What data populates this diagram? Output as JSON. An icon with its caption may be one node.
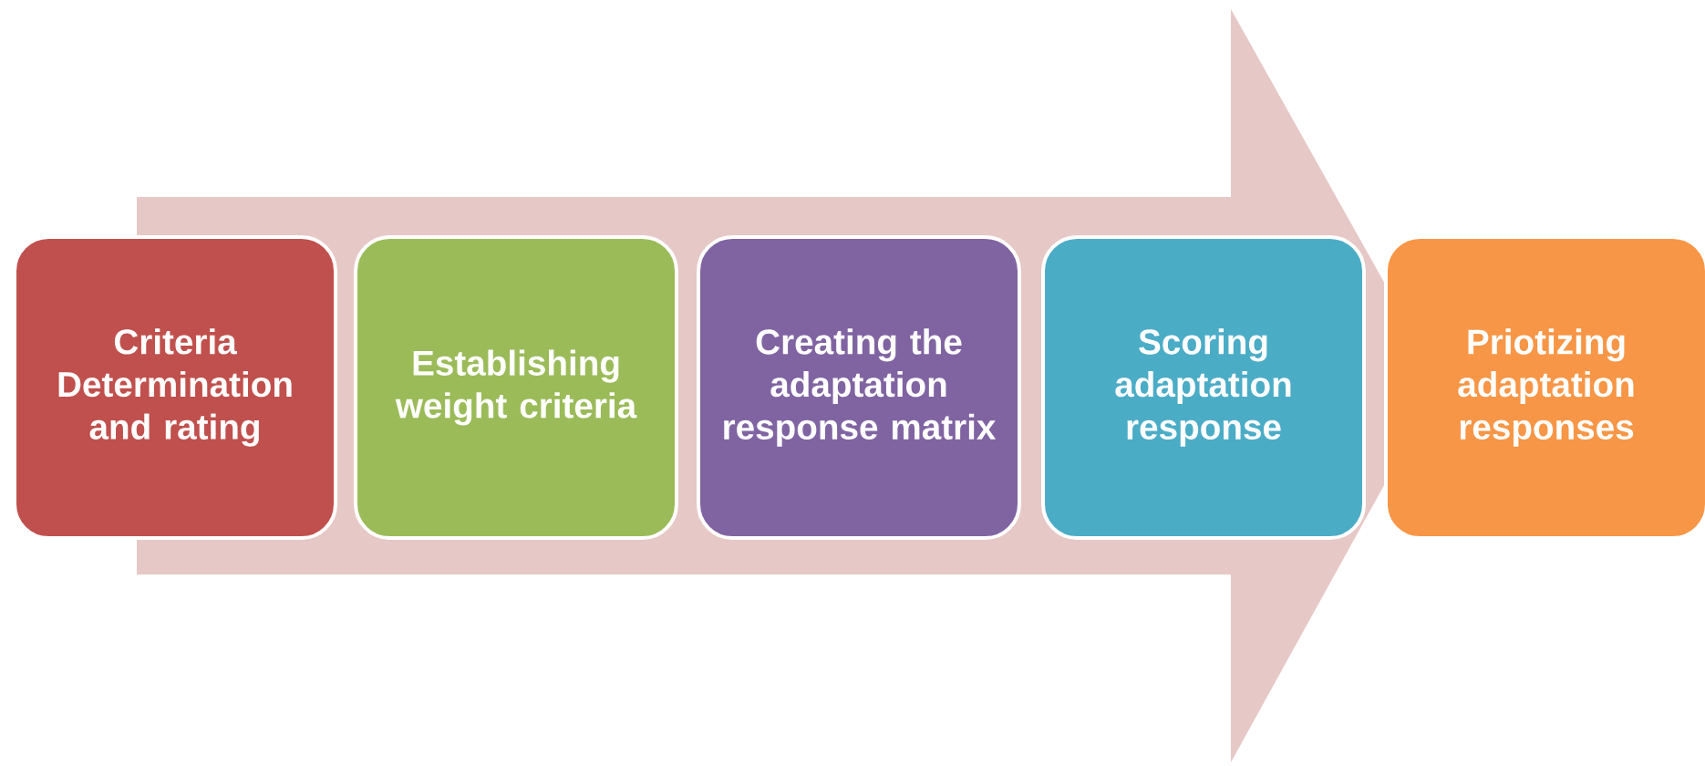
{
  "diagram": {
    "nodes": [
      {
        "text": [
          "Criteria Determination and rating"
        ]
      },
      {
        "text": [
          "Establishing weight criteria"
        ]
      },
      {
        "text": [
          "Creating the adaptation response matrix"
        ]
      },
      {
        "text": [
          "Scoring adaptation response"
        ]
      },
      {
        "text": [
          "Priotizing adaptation responses"
        ]
      }
    ]
  }
}
